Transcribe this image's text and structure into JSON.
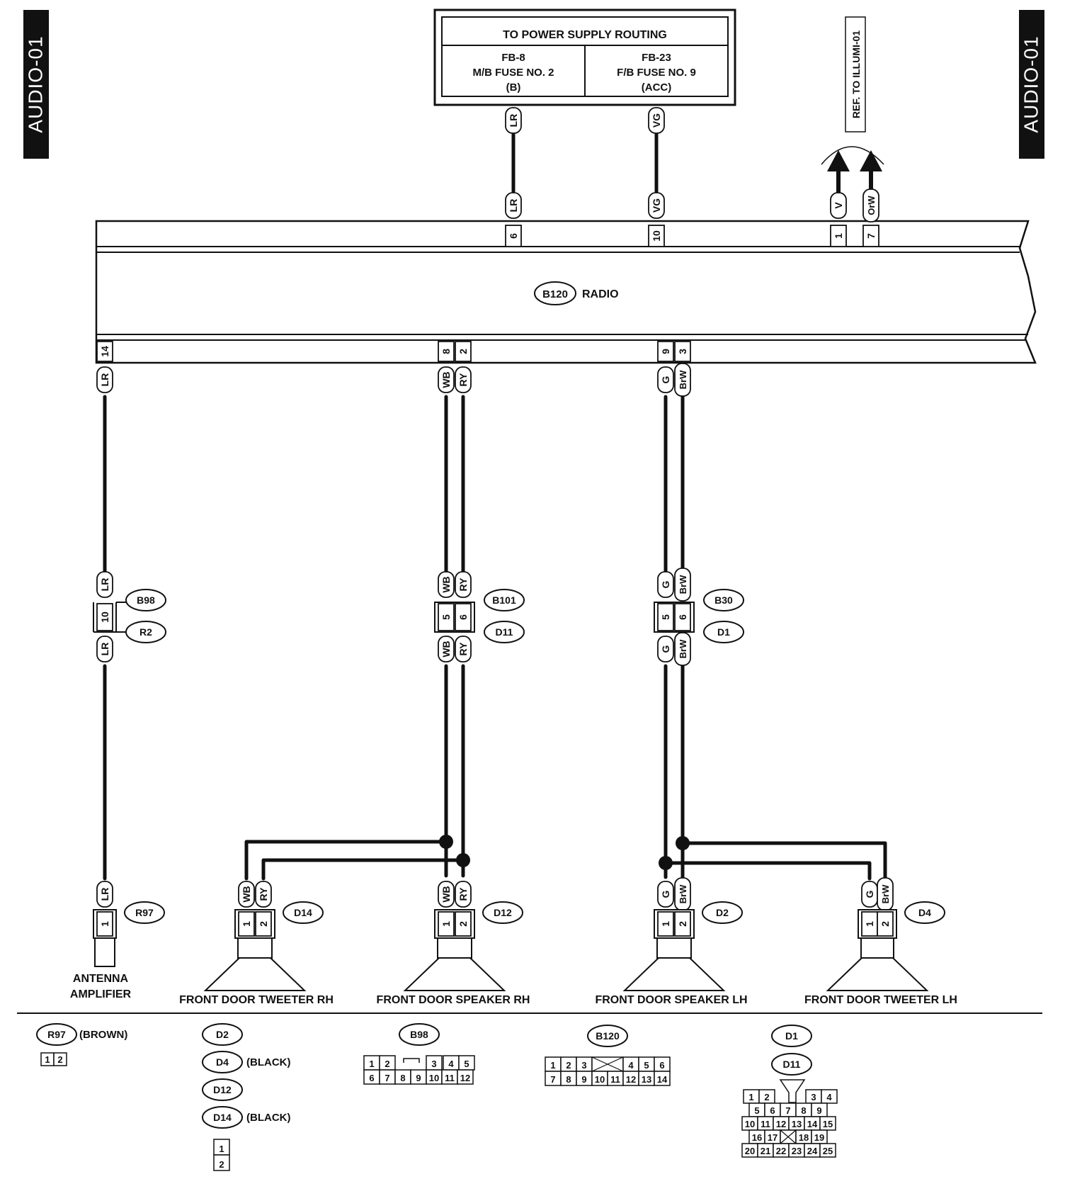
{
  "page_badges": [
    "AUDIO-01",
    "AUDIO-01"
  ],
  "power_box": {
    "title": "TO POWER SUPPLY ROUTING",
    "left": [
      "FB-8",
      "M/B FUSE NO. 2",
      "(B)"
    ],
    "right": [
      "FB-23",
      "F/B FUSE NO. 9",
      "(ACC)"
    ]
  },
  "ref": "REF. TO ILLUMI-01",
  "radio": {
    "id": "B120",
    "label": "RADIO"
  },
  "top_pins": [
    {
      "pin": "6",
      "wire": "LR"
    },
    {
      "pin": "10",
      "wire": "VG"
    },
    {
      "pin": "1",
      "wire": "V"
    },
    {
      "pin": "7",
      "wire": "OrW"
    }
  ],
  "bottom_pins": [
    {
      "pin": "14",
      "wire": "LR"
    },
    {
      "pin": "8",
      "wire": "WB"
    },
    {
      "pin": "2",
      "wire": "RY"
    },
    {
      "pin": "9",
      "wire": "G"
    },
    {
      "pin": "3",
      "wire": "BrW"
    }
  ],
  "joints": [
    {
      "upper": "B98",
      "lower": "R2",
      "pins": [
        "10"
      ],
      "wires": [
        "LR"
      ]
    },
    {
      "upper": "B101",
      "lower": "D11",
      "pins": [
        "5",
        "6"
      ],
      "wires": [
        "WB",
        "RY"
      ]
    },
    {
      "upper": "B30",
      "lower": "D1",
      "pins": [
        "5",
        "6"
      ],
      "wires": [
        "G",
        "BrW"
      ]
    }
  ],
  "components": [
    {
      "id": "R97",
      "name": [
        "ANTENNA",
        "AMPLIFIER"
      ],
      "pins": [
        "1"
      ],
      "wires": [
        "LR"
      ]
    },
    {
      "id": "D14",
      "name": [
        "FRONT DOOR TWEETER RH"
      ],
      "pins": [
        "1",
        "2"
      ],
      "wires": [
        "WB",
        "RY"
      ]
    },
    {
      "id": "D12",
      "name": [
        "FRONT DOOR SPEAKER RH"
      ],
      "pins": [
        "1",
        "2"
      ],
      "wires": [
        "WB",
        "RY"
      ]
    },
    {
      "id": "D2",
      "name": [
        "FRONT DOOR SPEAKER LH"
      ],
      "pins": [
        "1",
        "2"
      ],
      "wires": [
        "G",
        "BrW"
      ]
    },
    {
      "id": "D4",
      "name": [
        "FRONT DOOR TWEETER LH"
      ],
      "pins": [
        "1",
        "2"
      ],
      "wires": [
        "G",
        "BrW"
      ]
    }
  ],
  "legend": {
    "r97": {
      "id": "R97",
      "note": "(BROWN)",
      "pins": [
        "1",
        "2"
      ]
    },
    "d_group": {
      "ids": [
        "D2",
        "D4",
        "D12",
        "D14"
      ],
      "notes": [
        "",
        "(BLACK)",
        "",
        "(BLACK)"
      ],
      "pins": [
        "1",
        "2"
      ]
    },
    "b98": {
      "id": "B98",
      "rows": [
        [
          "1",
          "2",
          "",
          "3",
          "4",
          "5"
        ],
        [
          "6",
          "7",
          "8",
          "9",
          "10",
          "11",
          "12"
        ]
      ]
    },
    "b120": {
      "id": "B120",
      "rows": [
        [
          "1",
          "2",
          "3",
          "X",
          "4",
          "5",
          "6"
        ],
        [
          "7",
          "8",
          "9",
          "10",
          "11",
          "12",
          "13",
          "14"
        ]
      ]
    },
    "d1": {
      "ids": [
        "D1",
        "D11"
      ],
      "rows": [
        [
          "1",
          "2",
          "",
          "3",
          "4"
        ],
        [
          "5",
          "6",
          "7",
          "8",
          "9"
        ],
        [
          "10",
          "11",
          "12",
          "13",
          "14",
          "15"
        ],
        [
          "16",
          "17",
          "X",
          "18",
          "19"
        ],
        [
          "20",
          "21",
          "22",
          "23",
          "24",
          "25"
        ]
      ]
    }
  }
}
